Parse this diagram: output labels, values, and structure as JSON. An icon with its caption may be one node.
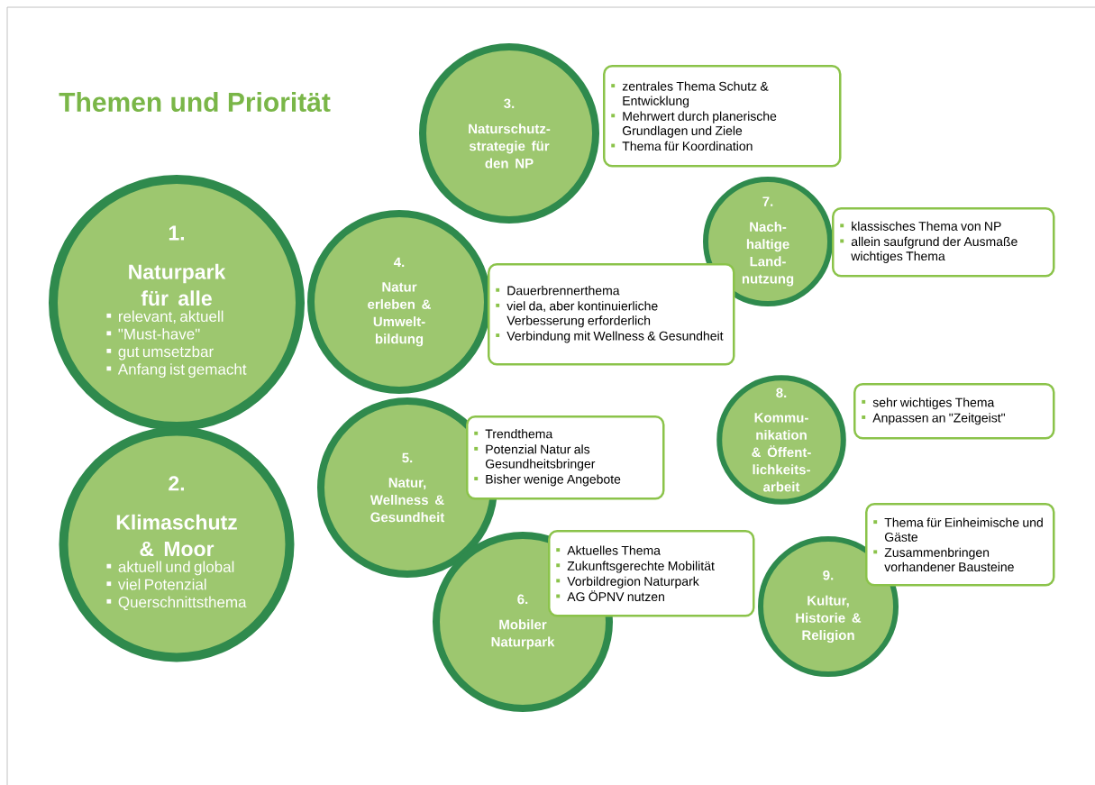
{
  "diagram": {
    "title": "Themen und Priorität",
    "nodes": [
      {
        "text": [
          "1.",
          "Naturpark für alle",
          "relevant, aktuell",
          "\"Must-have\"",
          "gut umsetzbar",
          "Anfang ist gemacht"
        ]
      },
      {
        "text": [
          "2.",
          "Klimaschutz & Moor",
          "aktuell und global",
          "viel Potenzial",
          "Querschnittsthema"
        ]
      },
      {
        "text": [
          "3.",
          "Naturschutz- strategie für den NP"
        ]
      },
      {
        "text": [
          "zentrales Thema Schutz & Entwicklung",
          "Mehrwert durch planerische Grundlagen und Ziele",
          "Thema für Koordination"
        ]
      },
      {
        "text": [
          "4.",
          "Natur erleben & Umwelt- bildung"
        ]
      },
      {
        "text": [
          "Dauerbrennerthema",
          "viel da, aber kontinuierliche Verbesserung erforderlich",
          "Verbindung mit Wellness & Gesundheit"
        ]
      },
      {
        "text": [
          "7.",
          "Nach- haltige Land- nutzung"
        ]
      },
      {
        "text": [
          "klassisches Thema von NP",
          "allein saufgrund der Ausmaße wichtiges Thema"
        ]
      },
      {
        "text": [
          "5.",
          "Natur, Wellness & Gesundheit"
        ]
      },
      {
        "text": [
          "Trendthema",
          "Potenzial Natur als Gesundheitsbringer",
          "Bisher wenige Angebote"
        ]
      },
      {
        "text": [
          "8.",
          "Kommu- nikation & Öffent- lichkeits- arbeit"
        ]
      },
      {
        "text": [
          "sehr wichtiges Thema",
          "Anpassen an \"Zeitgeist\""
        ]
      },
      {
        "text": [
          "6.",
          "Mobiler Naturpark"
        ]
      },
      {
        "text": [
          "Aktuelles Thema",
          "Zukunftsgerechte Mobilität",
          "Vorbildregion Naturpark",
          "AG ÖPNV nutzen"
        ]
      },
      {
        "text": [
          "9.",
          "Kultur, Historie & Religion"
        ]
      },
      {
        "text": [
          "Thema für Einheimische und Gäste",
          "Zusammenbringen vorhandener Bausteine"
        ]
      }
    ]
  }
}
